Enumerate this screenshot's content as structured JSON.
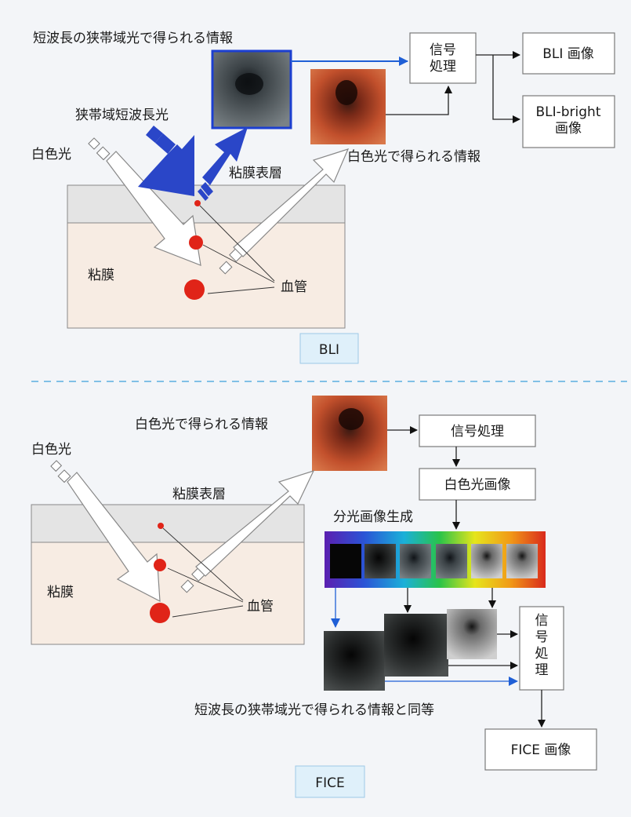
{
  "bli": {
    "narrowband_info_label": "短波長の狭帯域光で得られる情報",
    "narrowband_light_label": "狭帯域短波長光",
    "white_light_label": "白色光",
    "mucosa_surface_label": "粘膜表層",
    "white_info_label": "白色光で得られる情報",
    "mucosa_label": "粘膜",
    "vessel_label": "血管",
    "signal_processing": "信号\n処理",
    "output_image": "BLI 画像",
    "output_bright": "BLI-bright\n画像",
    "tag": "BLI"
  },
  "fice": {
    "white_info_label": "白色光で得られる情報",
    "white_light_label": "白色光",
    "mucosa_surface_label": "粘膜表層",
    "mucosa_label": "粘膜",
    "vessel_label": "血管",
    "signal_processing": "信号処理",
    "white_image": "白色光画像",
    "spectral_generation": "分光画像生成",
    "signal_processing_vertical": "信\n号\n処\n理",
    "equivalent_label": "短波長の狭帯域光で得られる情報と同等",
    "output_image": "FICE 画像",
    "tag": "FICE"
  },
  "colors": {
    "blue_light": "#2a46c8",
    "blue_arrow": "#1f5fd6",
    "vessel": "#e02418",
    "mucosa": "#f7ece3",
    "surface": "#e4e4e4",
    "divider": "#5aaee0"
  }
}
